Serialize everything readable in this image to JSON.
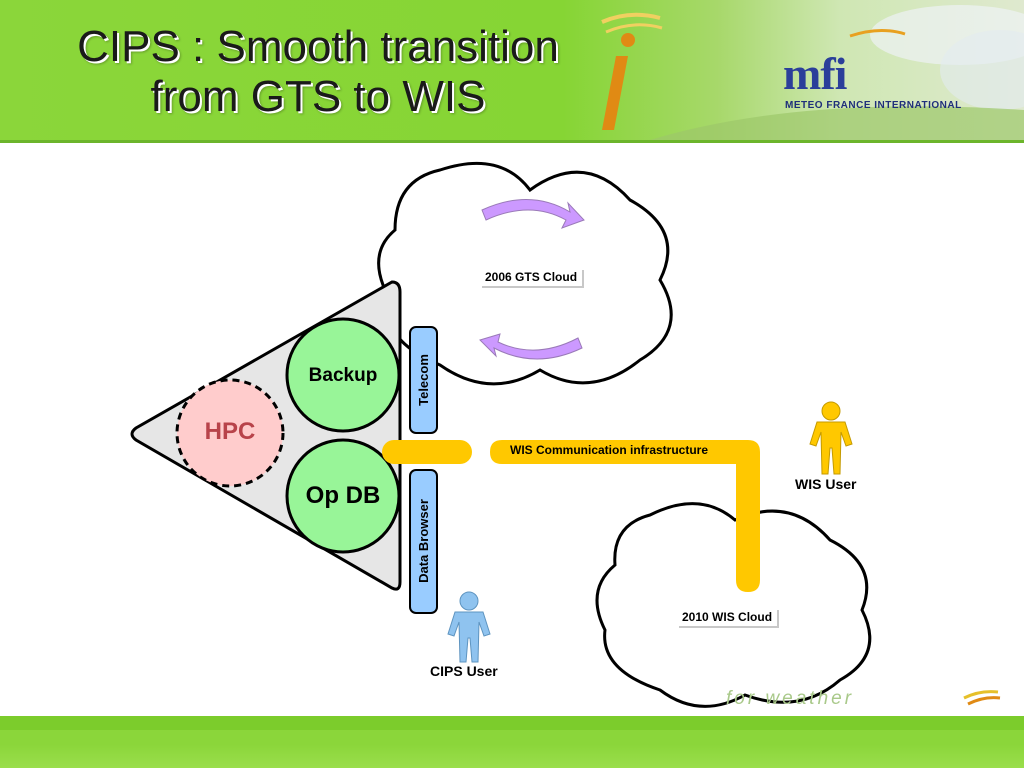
{
  "header": {
    "title_line1": "CIPS : Smooth transition",
    "title_line2": "from GTS to WIS",
    "logo": "mfi",
    "logo_subtitle": "METEO FRANCE INTERNATIONAL"
  },
  "diagram": {
    "gts_cloud_label": "2006 GTS Cloud",
    "wis_cloud_label": "2010 WIS  Cloud",
    "hpc_label": "HPC",
    "backup_label": "Backup",
    "opdb_label": "Op DB",
    "telecom_label": "Telecom",
    "data_browser_label": "Data Browser",
    "wis_comm_label": "WIS Communication infrastructure",
    "wis_user_label": "WIS User",
    "cips_user_label": "CIPS User"
  },
  "footer": {
    "slogan": "for weather"
  },
  "colors": {
    "header_green": "#8bd63a",
    "pipe_yellow": "#ffc800",
    "circle_green": "#98f598",
    "hpc_pink": "#ffcccc",
    "bar_blue": "#99ccff",
    "arrow_purple": "#cc99ff",
    "user_yellow": "#ffc800",
    "user_blue": "#8fc3ef"
  }
}
